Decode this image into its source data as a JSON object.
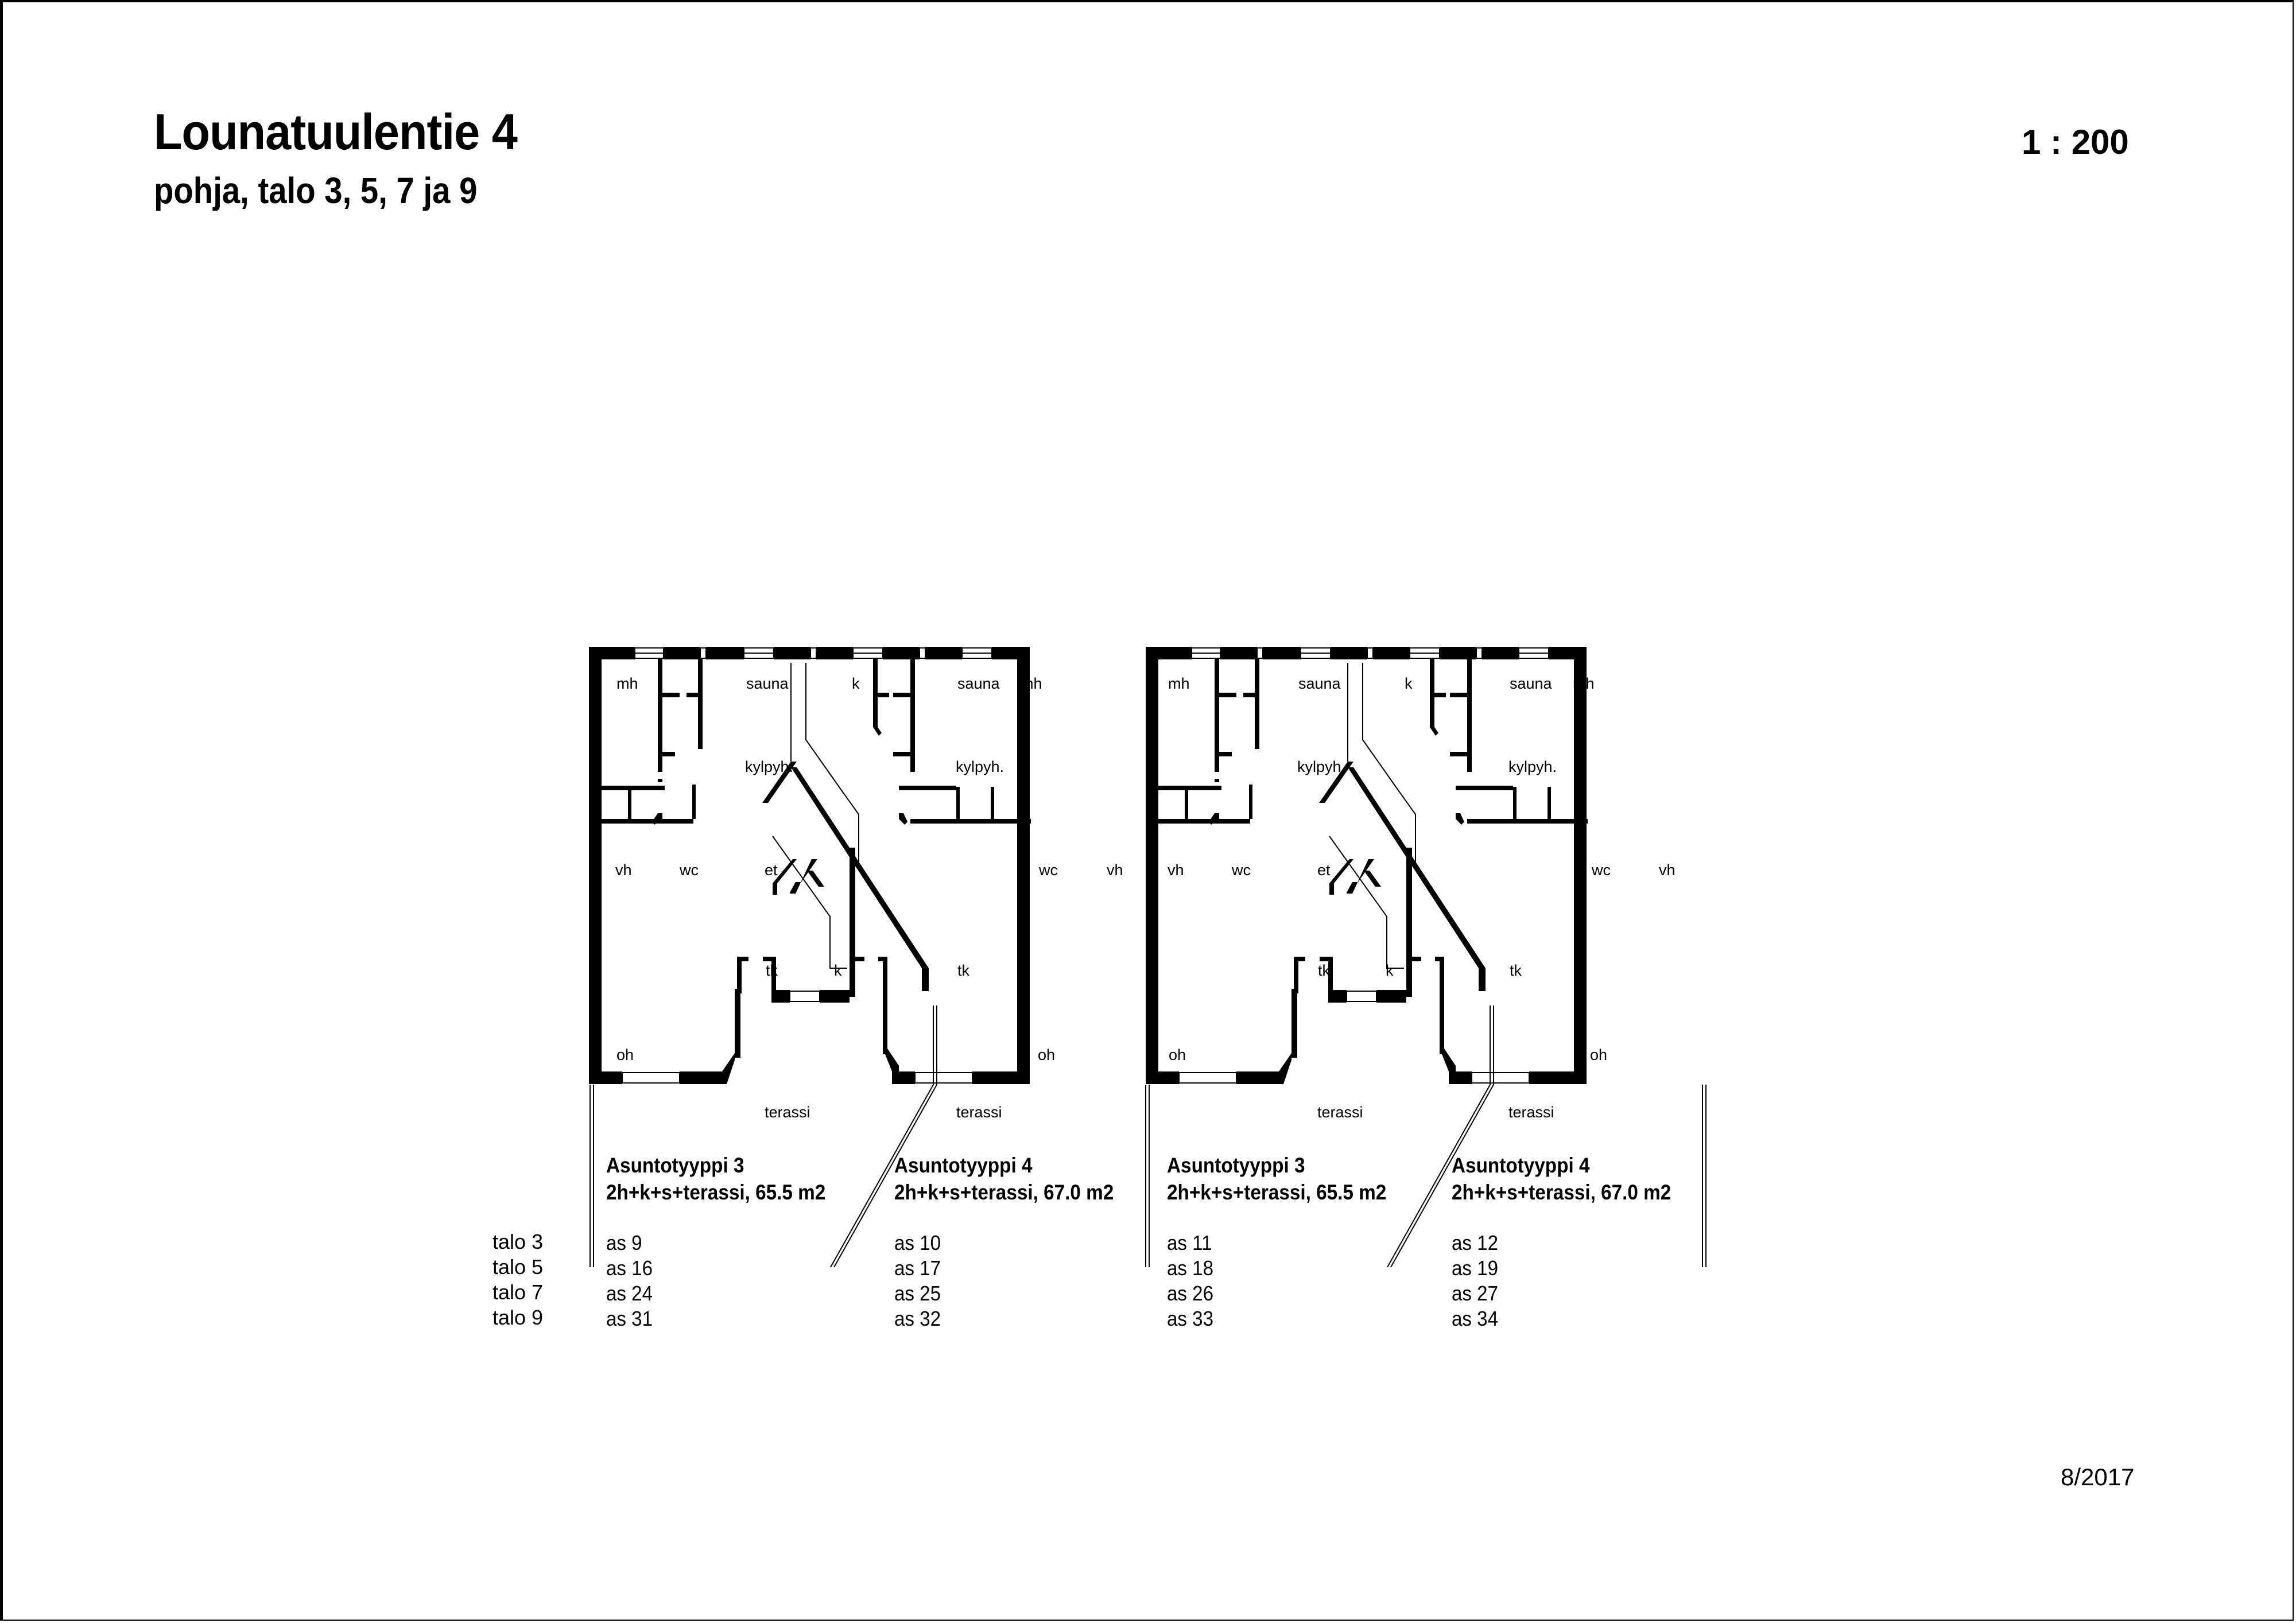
{
  "header": {
    "title": "Lounatuulentie 4",
    "subtitle": "pohja, talo 3, 5, 7 ja 9",
    "scale": "1 : 200"
  },
  "footer": {
    "date": "8/2017"
  },
  "rooms": {
    "mh": "mh",
    "sauna": "sauna",
    "k": "k",
    "kylpyh": "kylpyh.",
    "vh": "vh",
    "wc": "wc",
    "et": "et",
    "tk": "tk",
    "oh": "oh",
    "terassi": "terassi"
  },
  "houses": [
    "talo 3",
    "talo 5",
    "talo 7",
    "talo 9"
  ],
  "units": [
    {
      "type": "Asuntotyyppi 3",
      "desc": "2h+k+s+terassi, 65.5 m2",
      "apartments": [
        "as 9",
        "as 16",
        "as 24",
        "as 31"
      ]
    },
    {
      "type": "Asuntotyyppi 4",
      "desc": "2h+k+s+terassi, 67.0 m2",
      "apartments": [
        "as 10",
        "as 17",
        "as 25",
        "as 32"
      ]
    },
    {
      "type": "Asuntotyyppi 3",
      "desc": "2h+k+s+terassi, 65.5 m2",
      "apartments": [
        "as 11",
        "as 18",
        "as 26",
        "as 33"
      ]
    },
    {
      "type": "Asuntotyyppi 4",
      "desc": "2h+k+s+terassi, 67.0 m2",
      "apartments": [
        "as 12",
        "as 19",
        "as 27",
        "as 34"
      ]
    }
  ]
}
